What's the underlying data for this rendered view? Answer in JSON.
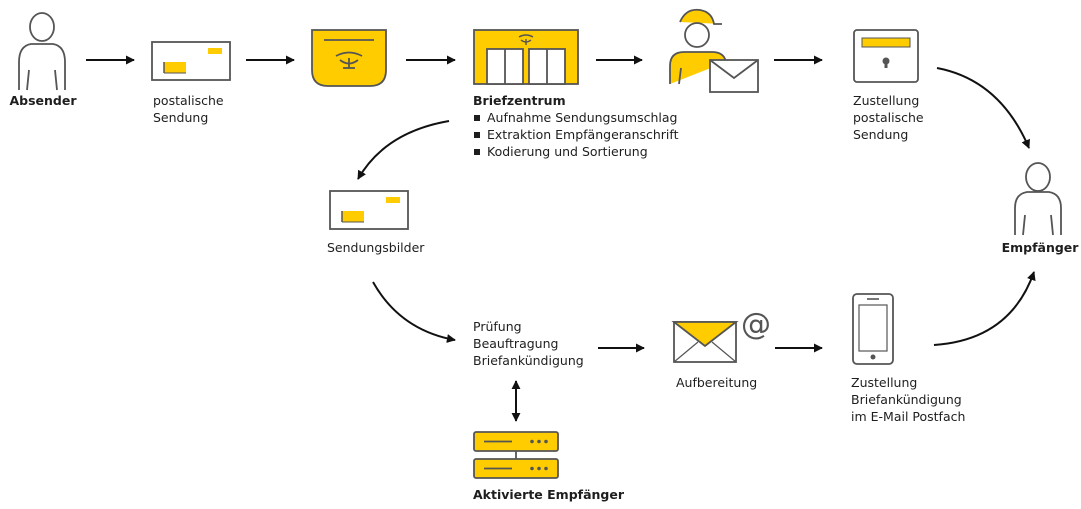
{
  "colors": {
    "yellow": "#FFCC00",
    "yellow_light": "#FFE066",
    "outline": "#555555",
    "arrow": "#111111"
  },
  "nodes": {
    "absender": {
      "label": "Absender",
      "icon": "person-icon"
    },
    "postalische_sendung": {
      "lines": [
        "postalische",
        "Sendung"
      ],
      "icon": "envelope-icon"
    },
    "briefkasten": {
      "icon": "post-mailbox-icon"
    },
    "briefzentrum": {
      "title": "Briefzentrum",
      "items": [
        "Aufnahme Sendungsumschlag",
        "Extraktion Empfängeranschrift",
        "Kodierung und Sortierung"
      ],
      "icon": "sorting-center-icon"
    },
    "zusteller": {
      "icon": "mail-carrier-icon"
    },
    "zustellung_postalisch": {
      "lines": [
        "Zustellung",
        "postalische",
        "Sendung"
      ],
      "icon": "letterbox-icon"
    },
    "empfaenger": {
      "label": "Empfänger",
      "icon": "person-icon"
    },
    "sendungsbilder": {
      "label": "Sendungsbilder",
      "icon": "envelope-image-icon"
    },
    "pruefung": {
      "lines": [
        "Prüfung",
        "Beauftragung",
        "Briefankündigung"
      ]
    },
    "aufbereitung": {
      "label": "Aufbereitung",
      "icon": "email-at-icon"
    },
    "zustellung_email": {
      "lines": [
        "Zustellung",
        "Briefankündigung",
        "im E-Mail Postfach"
      ],
      "icon": "smartphone-icon"
    },
    "aktivierte_empfaenger": {
      "label": "Aktivierte Empfänger",
      "icon": "server-icon"
    }
  }
}
